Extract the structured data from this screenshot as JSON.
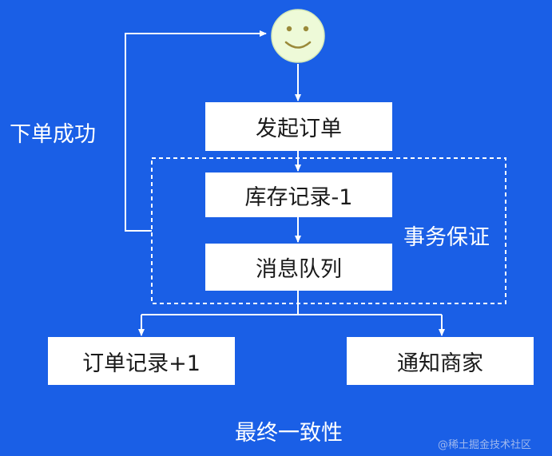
{
  "colors": {
    "background": "#1a5fe6",
    "box_fill": "#ffffff",
    "line": "#ffffff",
    "smiley_fill": "#eefad8"
  },
  "icons": {
    "user": "smiley-face-icon"
  },
  "nodes": {
    "place_order": "发起订单",
    "inventory": "库存记录-1",
    "message_queue": "消息队列",
    "order_record": "订单记录+1",
    "notify_merchant": "通知商家"
  },
  "labels": {
    "order_success": "下单成功",
    "transaction_guarantee": "事务保证",
    "eventual_consistency": "最终一致性"
  },
  "watermark": "@稀土掘金技术社区"
}
